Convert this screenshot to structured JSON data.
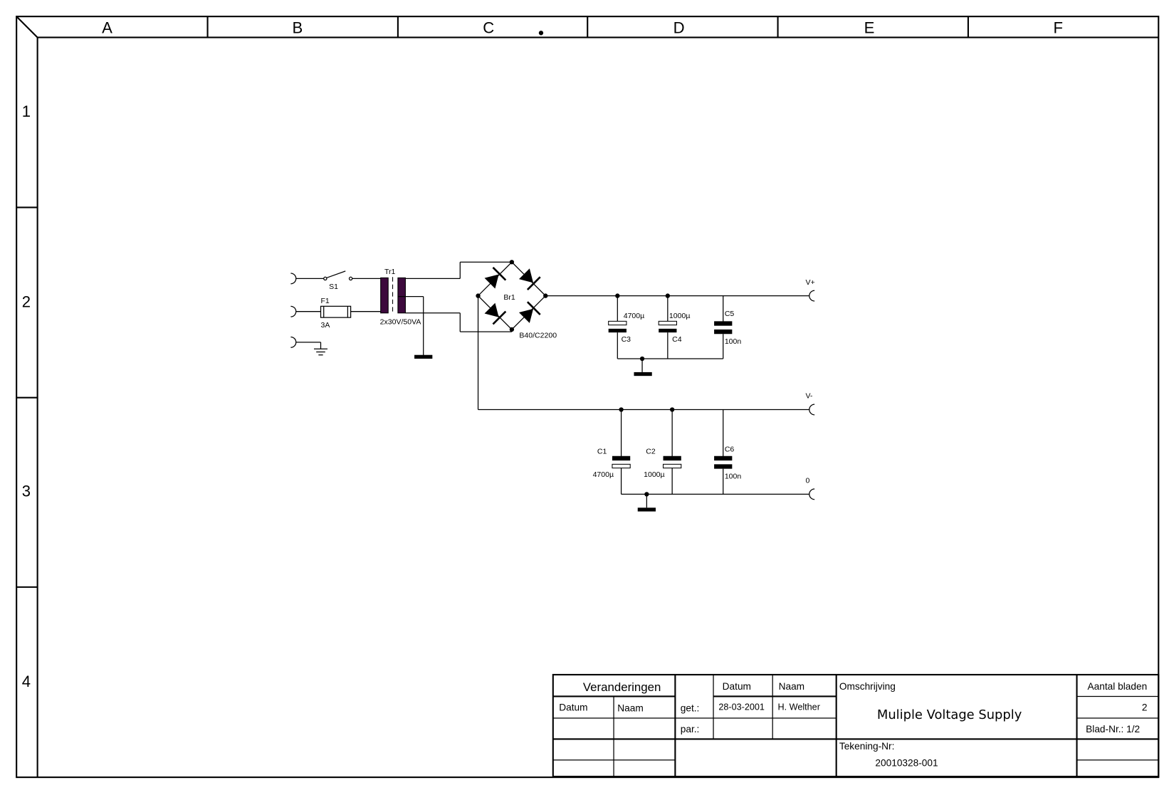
{
  "frame": {
    "columns": [
      "A",
      "B",
      "C",
      "D",
      "E",
      "F"
    ],
    "rows": [
      "1",
      "2",
      "3",
      "4"
    ]
  },
  "components": {
    "switch": {
      "ref": "S1"
    },
    "fuse": {
      "ref": "F1",
      "value": "3A"
    },
    "transformer": {
      "ref": "Tr1",
      "value": "2x30V/50VA",
      "color": "#3d0a3d"
    },
    "bridge": {
      "ref": "Br1",
      "value": "B40/C2200"
    },
    "c3": {
      "ref": "C3",
      "value": "4700µ"
    },
    "c4": {
      "ref": "C4",
      "value": "1000µ"
    },
    "c5": {
      "ref": "C5",
      "value": "100n"
    },
    "c1": {
      "ref": "C1",
      "value": "4700µ"
    },
    "c2": {
      "ref": "C2",
      "value": "1000µ"
    },
    "c6": {
      "ref": "C6",
      "value": "100n"
    }
  },
  "outputs": {
    "vplus": "V+",
    "vminus": "V-",
    "zero": "0"
  },
  "title_block": {
    "changes_header": "Veranderingen",
    "changes_datum": "Datum",
    "changes_naam": "Naam",
    "datum_header": "Datum",
    "naam_header": "Naam",
    "get_label": "get.:",
    "par_label": "par.:",
    "get_date": "28-03-2001",
    "get_name": "H. Welther",
    "description_label": "Omschrijving",
    "description": "Muliple Voltage Supply",
    "drawing_no_label": "Tekening-Nr:",
    "drawing_no": "20010328-001",
    "sheets_label": "Aantal bladen",
    "sheets_count": "2",
    "sheet_no": "Blad-Nr.: 1/2"
  }
}
